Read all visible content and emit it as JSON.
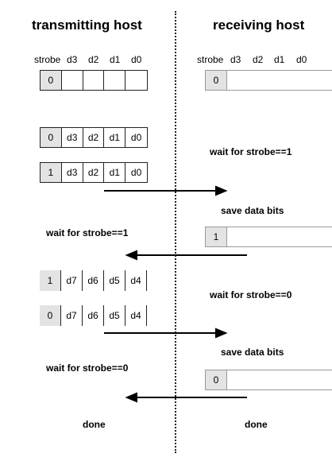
{
  "headers": {
    "left": "transmitting host",
    "right": "receiving host"
  },
  "columns": {
    "tx": [
      "strobe",
      "d3",
      "d2",
      "d1",
      "d0"
    ],
    "rx": [
      "strobe",
      "d3",
      "d2",
      "d1",
      "d0"
    ]
  },
  "tx_rows": [
    {
      "strobe": "0",
      "cells": [
        "",
        "",
        "",
        ""
      ]
    },
    {
      "strobe": "0",
      "cells": [
        "d3",
        "d2",
        "d1",
        "d0"
      ]
    },
    {
      "strobe": "1",
      "cells": [
        "d3",
        "d2",
        "d1",
        "d0"
      ]
    },
    {
      "strobe": "1",
      "cells": [
        "d7",
        "d6",
        "d5",
        "d4"
      ]
    },
    {
      "strobe": "0",
      "cells": [
        "d7",
        "d6",
        "d5",
        "d4"
      ]
    }
  ],
  "rx_cells": [
    "0",
    "1",
    "0"
  ],
  "notes": {
    "rx_wait1": "wait for strobe==1",
    "rx_save1": "save data bits",
    "tx_wait1": "wait for strobe==1",
    "rx_wait0": "wait for strobe==0",
    "rx_save2": "save data bits",
    "tx_wait0": "wait for strobe==0",
    "tx_done": "done",
    "rx_done": "done"
  }
}
